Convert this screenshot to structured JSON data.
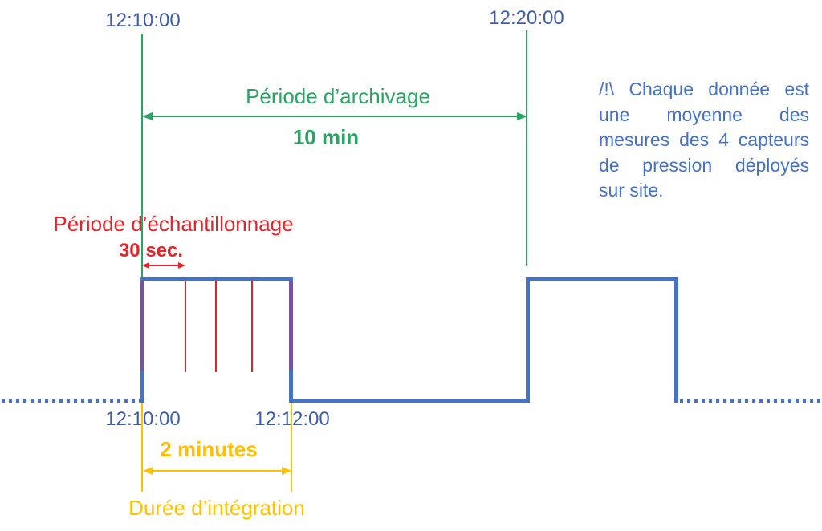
{
  "diagram": {
    "archive": {
      "start_time": "12:10:00",
      "end_time": "12:20:00",
      "label": "Période d’archivage",
      "duration": "10 min"
    },
    "sampling": {
      "label": "Période d’échantillonnage",
      "duration": "30 sec."
    },
    "integration": {
      "start_time": "12:10:00",
      "end_time": "12:12:00",
      "duration": "2 minutes",
      "label": "Durée d’intégration"
    },
    "note": {
      "lines": [
        "/!\\ Chaque donnée est",
        "une moyenne des",
        "mesures des 4 capteurs",
        "de pression déployés",
        "sur site."
      ]
    },
    "colors": {
      "signal_blue": "#4472C4",
      "timestamp_blue": "#3D5DA9",
      "archive_green": "#27A562",
      "sampling_red": "#E2242B",
      "integration_orange": "#FFC000",
      "overlap_purple": "#7552A3"
    }
  }
}
